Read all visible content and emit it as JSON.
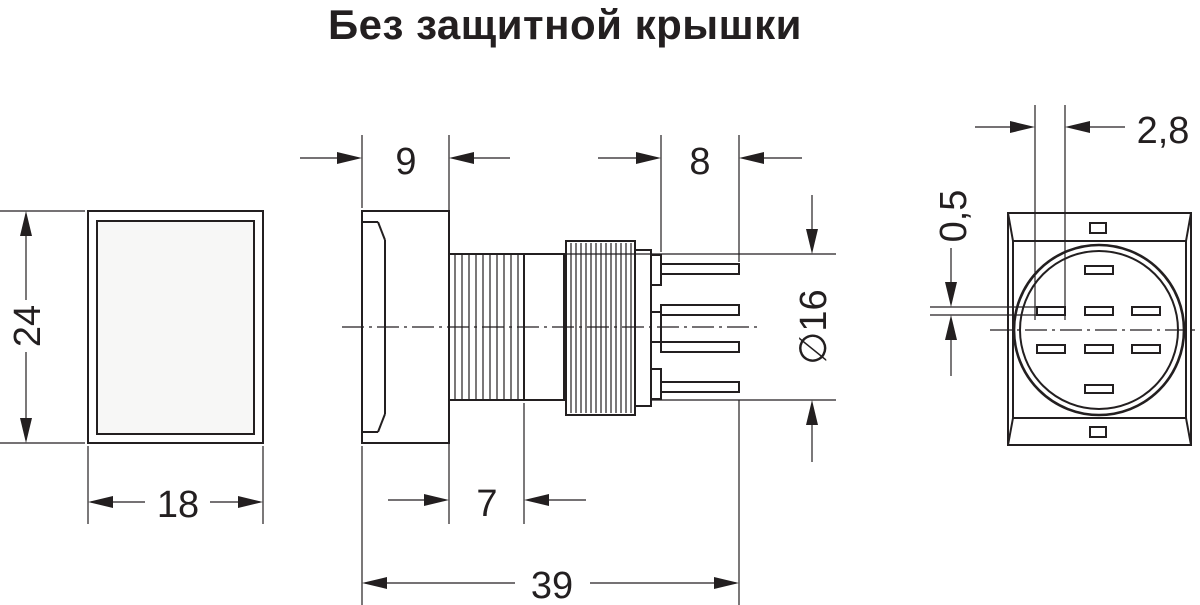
{
  "title": "Без защитной крышки",
  "dimensions": {
    "height_24": "24",
    "width_18": "18",
    "bezel_9": "9",
    "pins_8": "8",
    "thread_7": "7",
    "length_39": "39",
    "diameter_16": "∅16",
    "pitch_2_8": "2,8",
    "offset_0_5": "0,5"
  }
}
